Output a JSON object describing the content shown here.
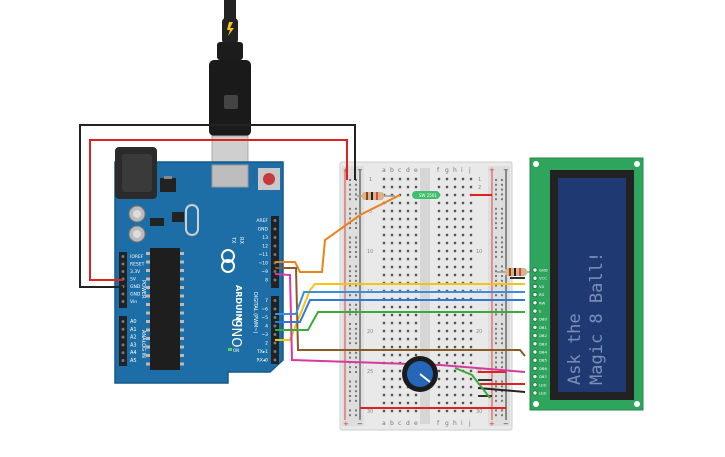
{
  "usb": {
    "icon": "lightning-icon"
  },
  "arduino": {
    "logo_text": "ARDUINO",
    "model": "UNO",
    "power_label": "POWER",
    "analog_label": "ANALOG IN",
    "digital_label": "DIGITAL (PWM~)",
    "on_label": "ON",
    "tx_label": "TX",
    "rx_label": "RX",
    "power_pins": [
      "IOREF",
      "RESET",
      "3.3V",
      "5V",
      "GND",
      "GND",
      "Vin"
    ],
    "analog_pins": [
      "A0",
      "A1",
      "A2",
      "A3",
      "A4",
      "A5"
    ],
    "top_header_pins": [
      "AREF",
      "GND",
      "13",
      "12",
      "~11",
      "~10",
      "~9",
      "8"
    ],
    "bottom_header_pins": [
      "7",
      "~6",
      "~5",
      "4",
      "~3",
      "2",
      "TX▸1",
      "RX◂0"
    ]
  },
  "breadboard": {
    "columns_left": [
      "a",
      "b",
      "c",
      "d",
      "e"
    ],
    "columns_right": [
      "f",
      "g",
      "h",
      "i",
      "j"
    ],
    "row_numbers_left": [
      "1",
      "5",
      "10",
      "15",
      "20",
      "25",
      "30"
    ],
    "row_numbers_right": [
      "1",
      "2",
      "",
      "",
      "",
      "",
      "",
      "",
      "",
      "10",
      "",
      "",
      "",
      "",
      "15",
      "",
      "",
      "",
      "",
      "20",
      "",
      "",
      "",
      "",
      "25",
      "",
      "",
      "",
      "",
      "30"
    ],
    "rail_plus": "+",
    "rail_minus": "−"
  },
  "lcd": {
    "line1": "Ask the",
    "line2": "Magic 8 Ball!",
    "pins": [
      "GND",
      "VCC",
      "V0",
      "RS",
      "RW",
      "E",
      "DB0",
      "DB1",
      "DB2",
      "DB3",
      "DB4",
      "DB5",
      "DB6",
      "DB7",
      "LED",
      "LED"
    ]
  },
  "switch_label": "SW 2501"
}
